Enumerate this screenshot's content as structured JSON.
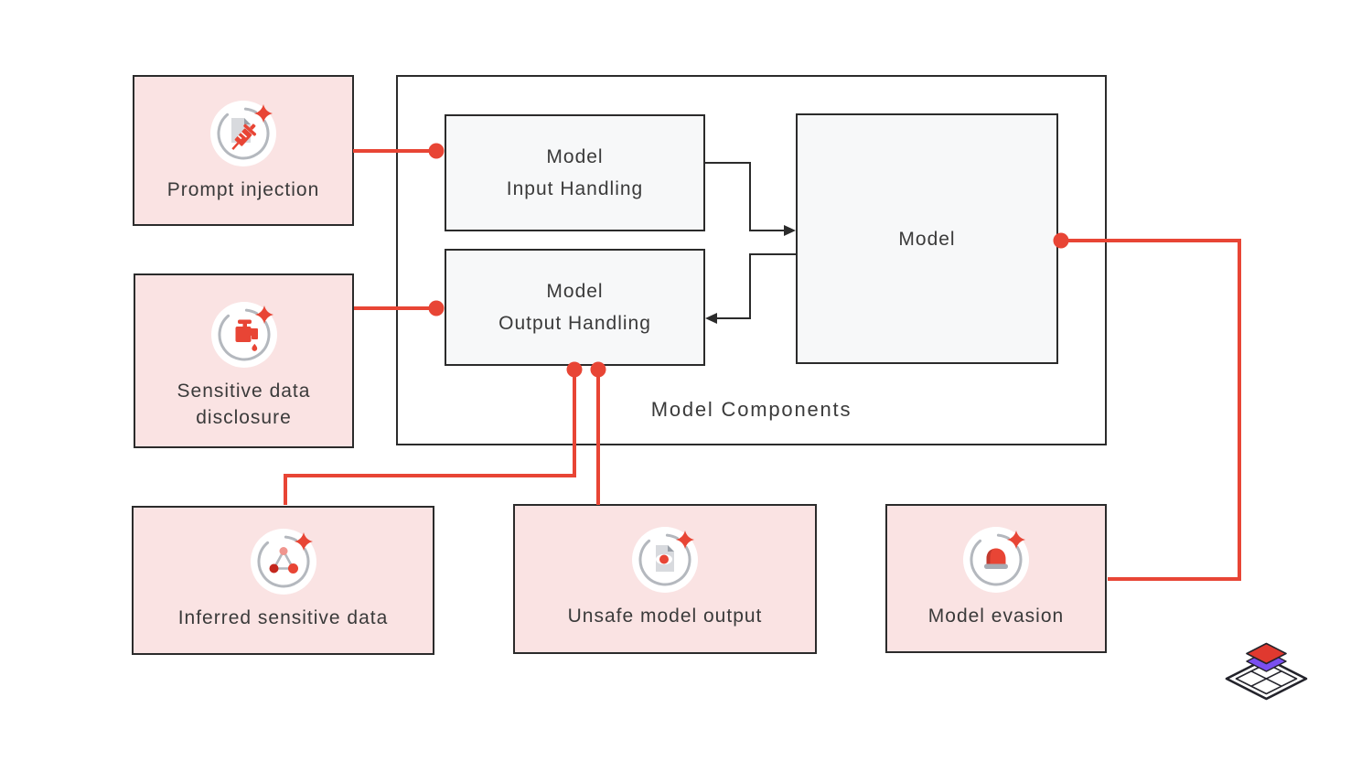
{
  "threat_cards": [
    {
      "label": "Prompt injection",
      "icon": "syringe-document-icon"
    },
    {
      "label": "Sensitive data disclosure",
      "icon": "leaking-faucet-icon"
    },
    {
      "label": "Inferred sensitive data",
      "icon": "triangle-nodes-icon"
    },
    {
      "label": "Unsafe model output",
      "icon": "document-eye-icon"
    },
    {
      "label": "Model evasion",
      "icon": "siren-icon"
    }
  ],
  "component_group": {
    "label": "Model Components",
    "input_box": {
      "line1": "Model",
      "line2": "Input Handling"
    },
    "output_box": {
      "line1": "Model",
      "line2": "Output Handling"
    },
    "model_box": {
      "label": "Model"
    }
  },
  "colors": {
    "accent_red": "#e84535",
    "pink_fill": "#fae3e3",
    "panel_fill": "#f7f8f9",
    "border_dark": "#2b2b2b",
    "arc_gray": "#b4b8be",
    "logo_purple": "#7a4ff0",
    "logo_red": "#e0392f"
  }
}
